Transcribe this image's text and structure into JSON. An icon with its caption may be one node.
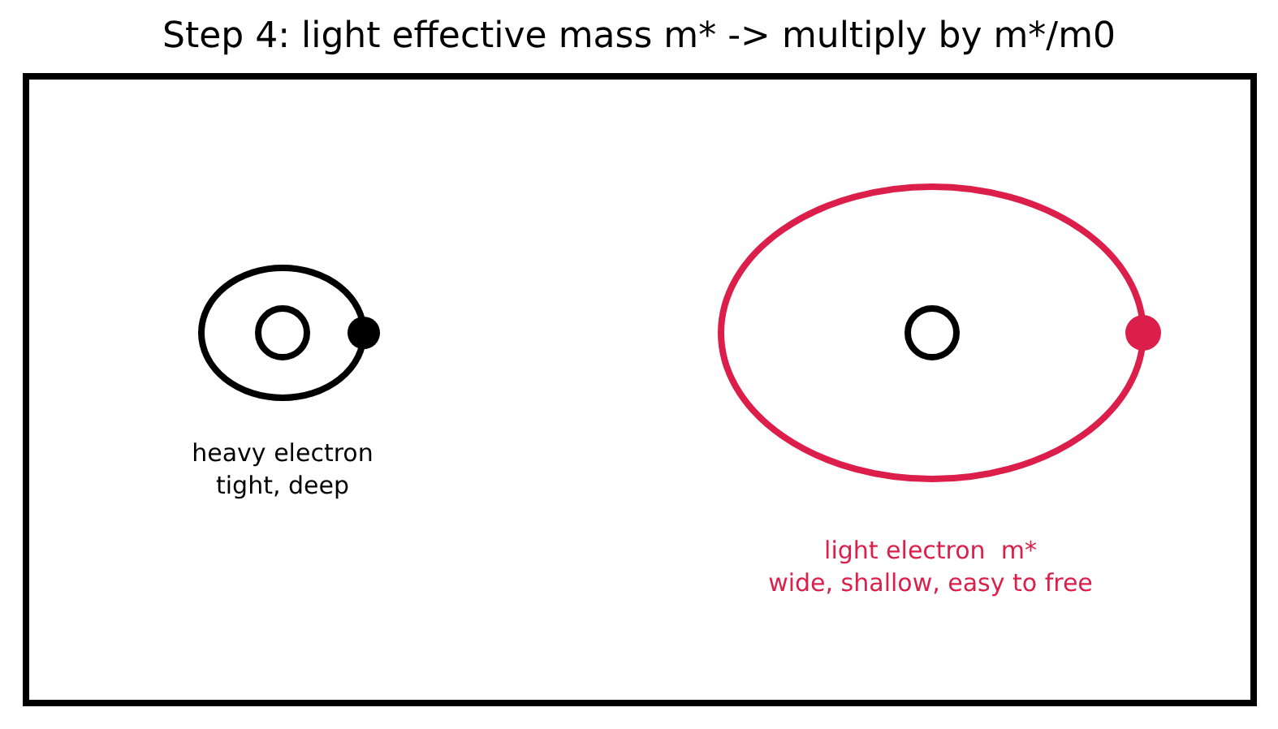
{
  "diagram": {
    "title": "Step 4: light effective mass m* -> multiply by m*/m0",
    "labels": [
      "heavy electron",
      "tight, deep",
      "light electron  m*",
      "wide, shallow, easy to free"
    ]
  }
}
